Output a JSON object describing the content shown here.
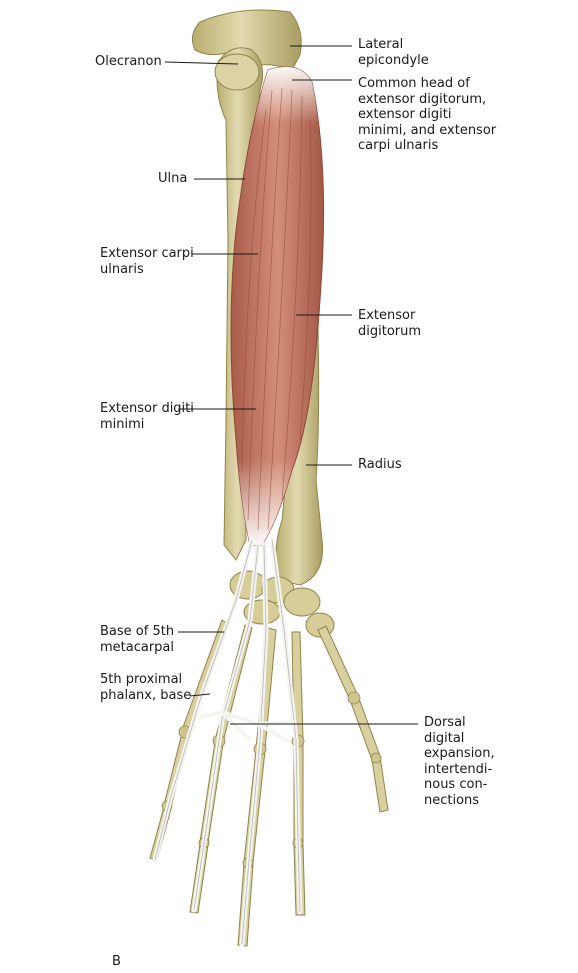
{
  "figure": {
    "panel_letter": "B",
    "colors": {
      "bone": "#d8cf9c",
      "bone_shadow": "#a89b5c",
      "muscle": "#c9806a",
      "muscle_dark": "#9e5444",
      "tendon": "#f2f2ee",
      "leader_line": "#1a1a1a"
    }
  },
  "labels": {
    "olecranon": "Olecranon",
    "lateral_epicondyle": "Lateral\nepicondyle",
    "common_head": "Common head of\nextensor digitorum,\nextensor digiti\nminimi, and extensor\ncarpi ulnaris",
    "ulna": "Ulna",
    "extensor_carpi_ulnaris": "Extensor carpi\nulnaris",
    "extensor_digitorum": "Extensor\ndigitorum",
    "extensor_digiti_minimi": "Extensor digiti\nminimi",
    "radius": "Radius",
    "base_5th_metacarpal": "Base of 5th\nmetacarpal",
    "fifth_proximal_phalanx": "5th proximal\nphalanx, base",
    "dorsal_digital_expansion": "Dorsal\ndigital\nexpansion,\nintertendi-\nnous con-\nnections"
  }
}
